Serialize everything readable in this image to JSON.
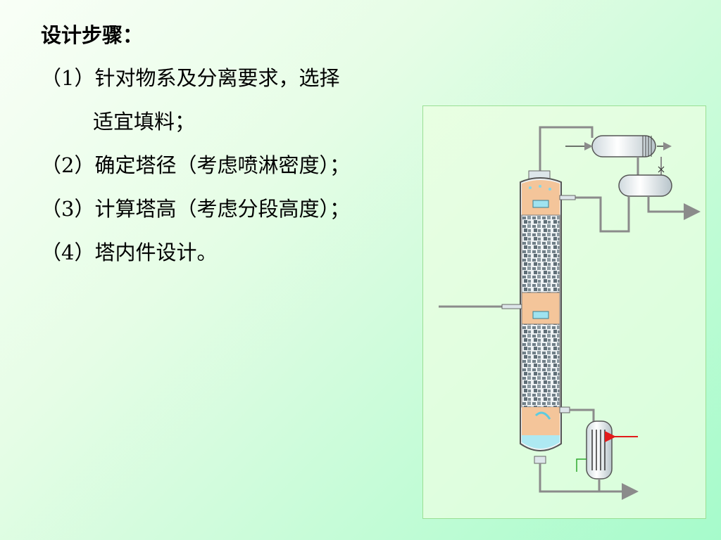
{
  "slide": {
    "heading": "设计步骤：",
    "steps": [
      {
        "label": "（1）针对物系及分离要求，选择"
      },
      {
        "label": "适宜填料；"
      },
      {
        "label": "（2）确定塔径（考虑喷淋密度）；"
      },
      {
        "label": "（3）计算塔高（考虑分段高度）；"
      },
      {
        "label": "（4）塔内件设计。"
      }
    ]
  },
  "diagram": {
    "icon": "packed-column-distillation-diagram",
    "colors": {
      "shell": "#e9f1f4",
      "packing": "#7d8c94",
      "liquid": "#aee9f2",
      "vapor_space": "#f4c59a",
      "pipe": "#8b8b8b",
      "feed_arrow_red": "#e21b1b",
      "return_green": "#2ea82e"
    }
  }
}
